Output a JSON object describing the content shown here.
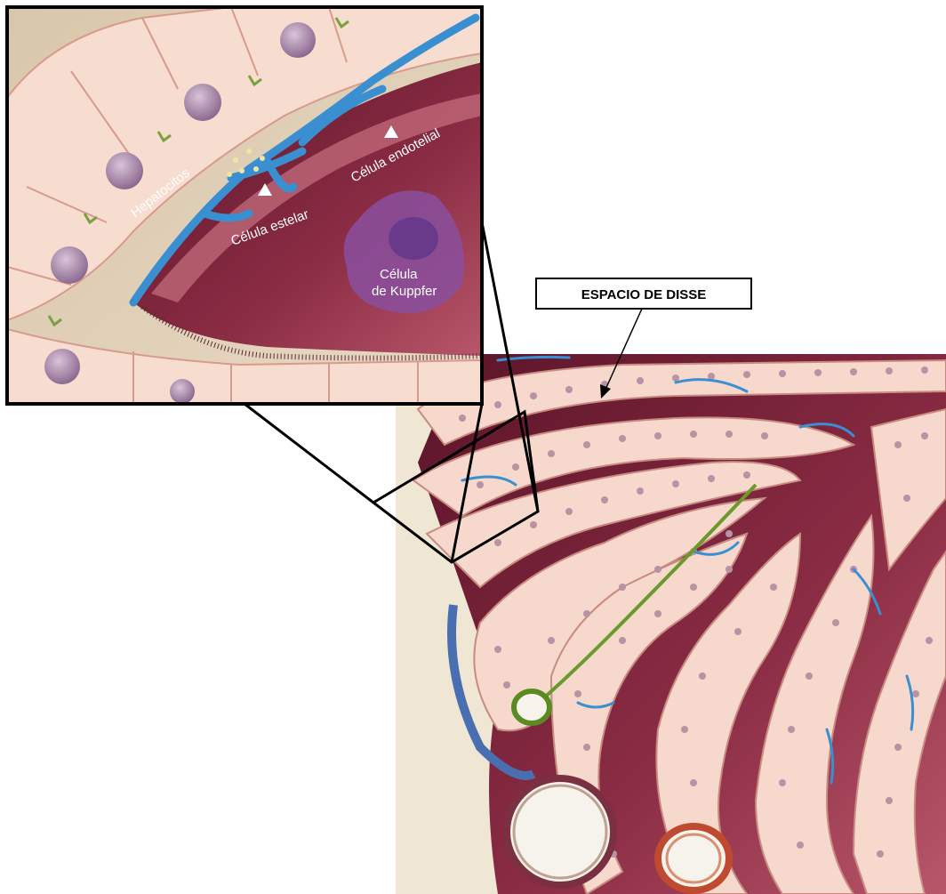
{
  "labels": {
    "hepatocytes": "Hepatocitos",
    "stellate": "Célula estelar",
    "endothelial": "Célula endotelial",
    "kupffer_line1": "Célula",
    "kupffer_line2": "de Kuppfer",
    "disse_space": "ESPACIO DE DISSE"
  },
  "colors": {
    "hepatocyte": "#f6d8cc",
    "hepatocyte_border": "#d89a8c",
    "nucleus": "#a88aa8",
    "stellate": "#3a8fd0",
    "sinusoid": "#7a2338",
    "kupffer": "#8a4f9e",
    "vessel_blue": "#4a6fb0",
    "vessel_red": "#c04a30",
    "bile_duct": "#6a9a2a",
    "background_tissue": "#efe6d4"
  },
  "icons": [
    "triangle-marker-icon"
  ]
}
